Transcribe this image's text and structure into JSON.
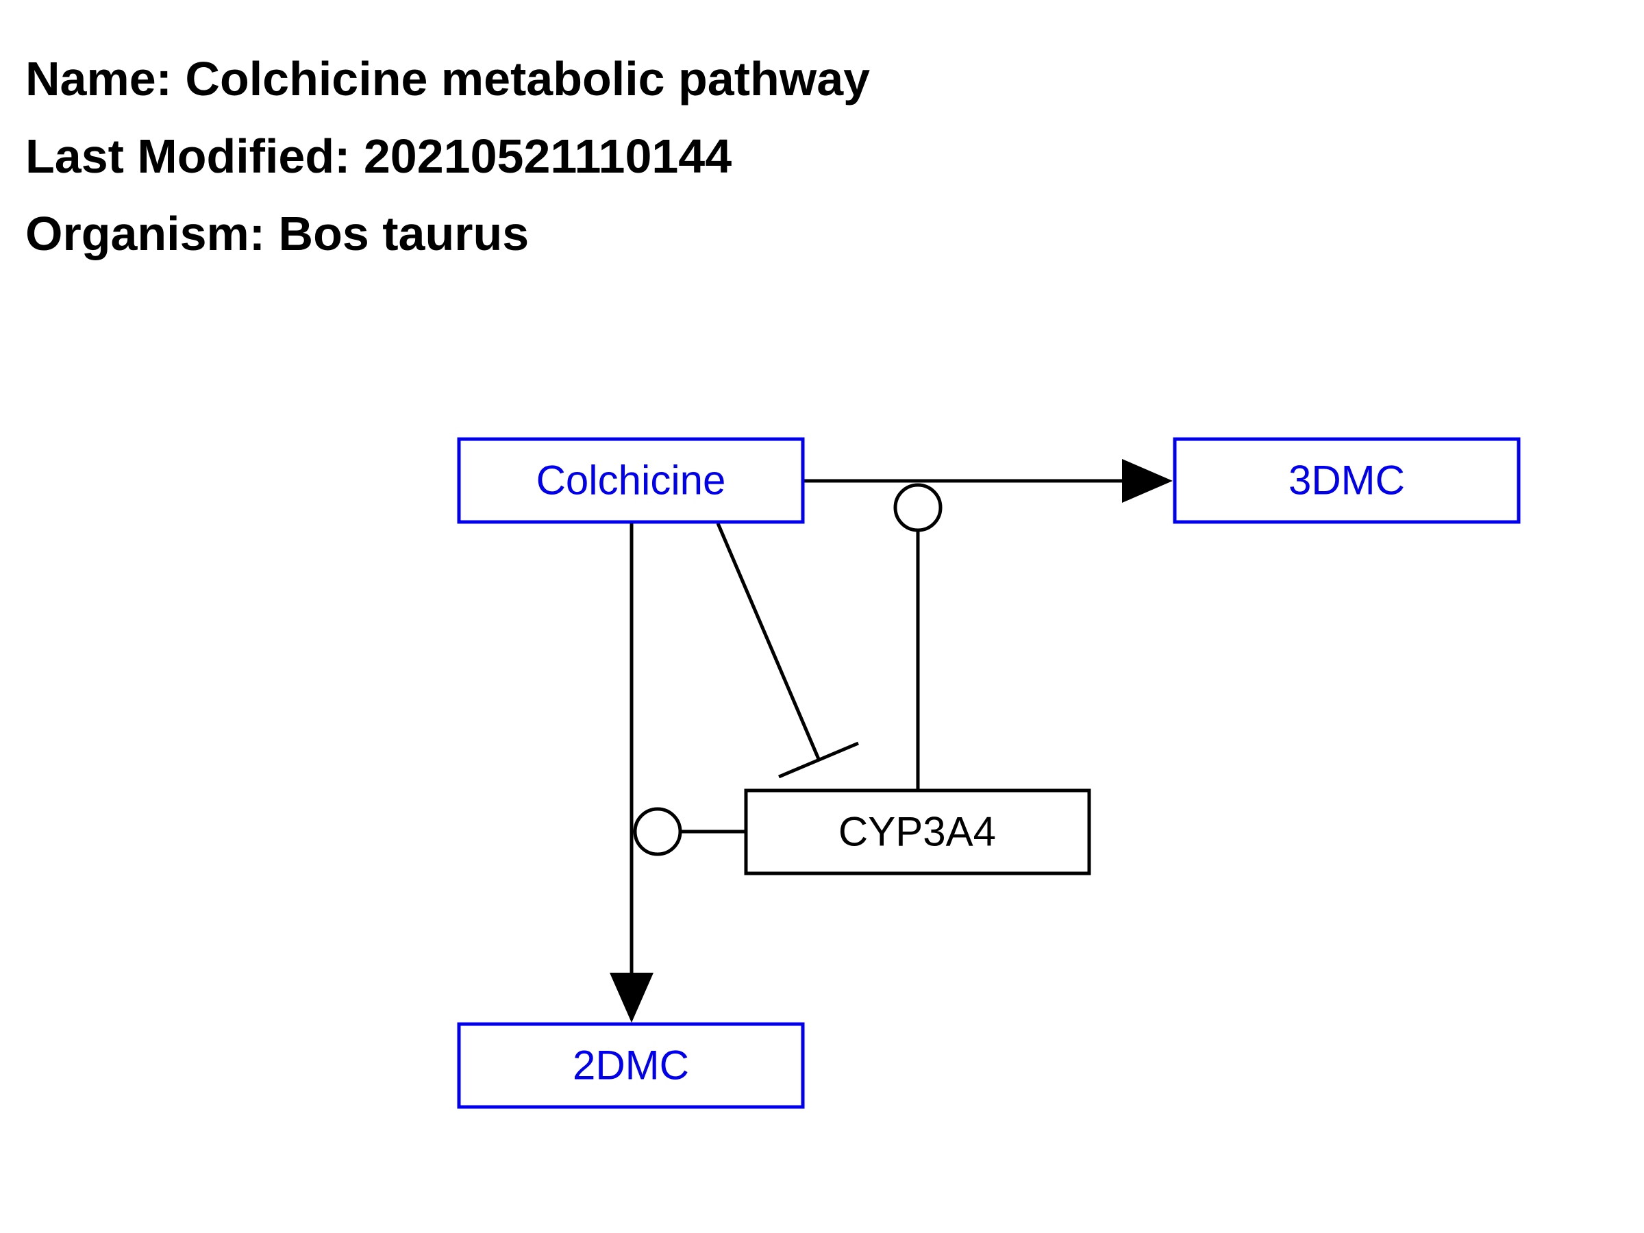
{
  "header": {
    "name": "Name: Colchicine metabolic pathway",
    "last_modified": "Last Modified: 20210521110144",
    "organism": "Organism: Bos taurus"
  },
  "nodes": {
    "colchicine": "Colchicine",
    "dmc3": "3DMC",
    "dmc2": "2DMC",
    "cyp3a4": "CYP3A4"
  },
  "colors": {
    "metabolite": "#0000ee",
    "gene_product": "#000000"
  }
}
